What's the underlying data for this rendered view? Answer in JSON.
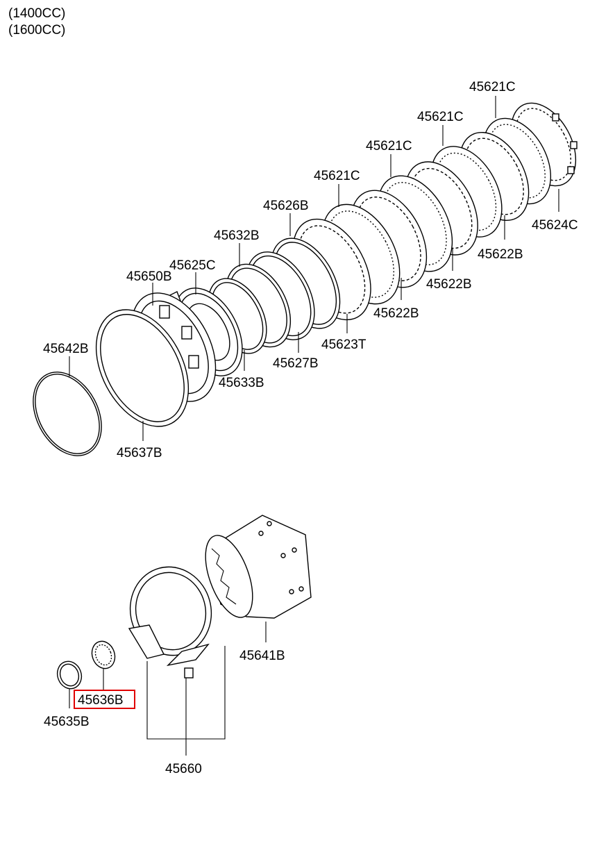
{
  "variants": [
    "(1400CC)",
    "(1600CC)"
  ],
  "parts": [
    {
      "id": "45621C"
    },
    {
      "id": "45621C"
    },
    {
      "id": "45621C"
    },
    {
      "id": "45621C"
    },
    {
      "id": "45626B"
    },
    {
      "id": "45624C"
    },
    {
      "id": "45632B"
    },
    {
      "id": "45622B"
    },
    {
      "id": "45625C"
    },
    {
      "id": "45650B"
    },
    {
      "id": "45622B"
    },
    {
      "id": "45622B"
    },
    {
      "id": "45642B"
    },
    {
      "id": "45623T"
    },
    {
      "id": "45627B"
    },
    {
      "id": "45633B"
    },
    {
      "id": "45637B"
    },
    {
      "id": "45641B"
    },
    {
      "id": "45636B",
      "highlighted": true
    },
    {
      "id": "45635B"
    },
    {
      "id": "45660"
    }
  ],
  "colors": {
    "highlight": "#e00000",
    "line": "#000000",
    "background": "#ffffff"
  }
}
